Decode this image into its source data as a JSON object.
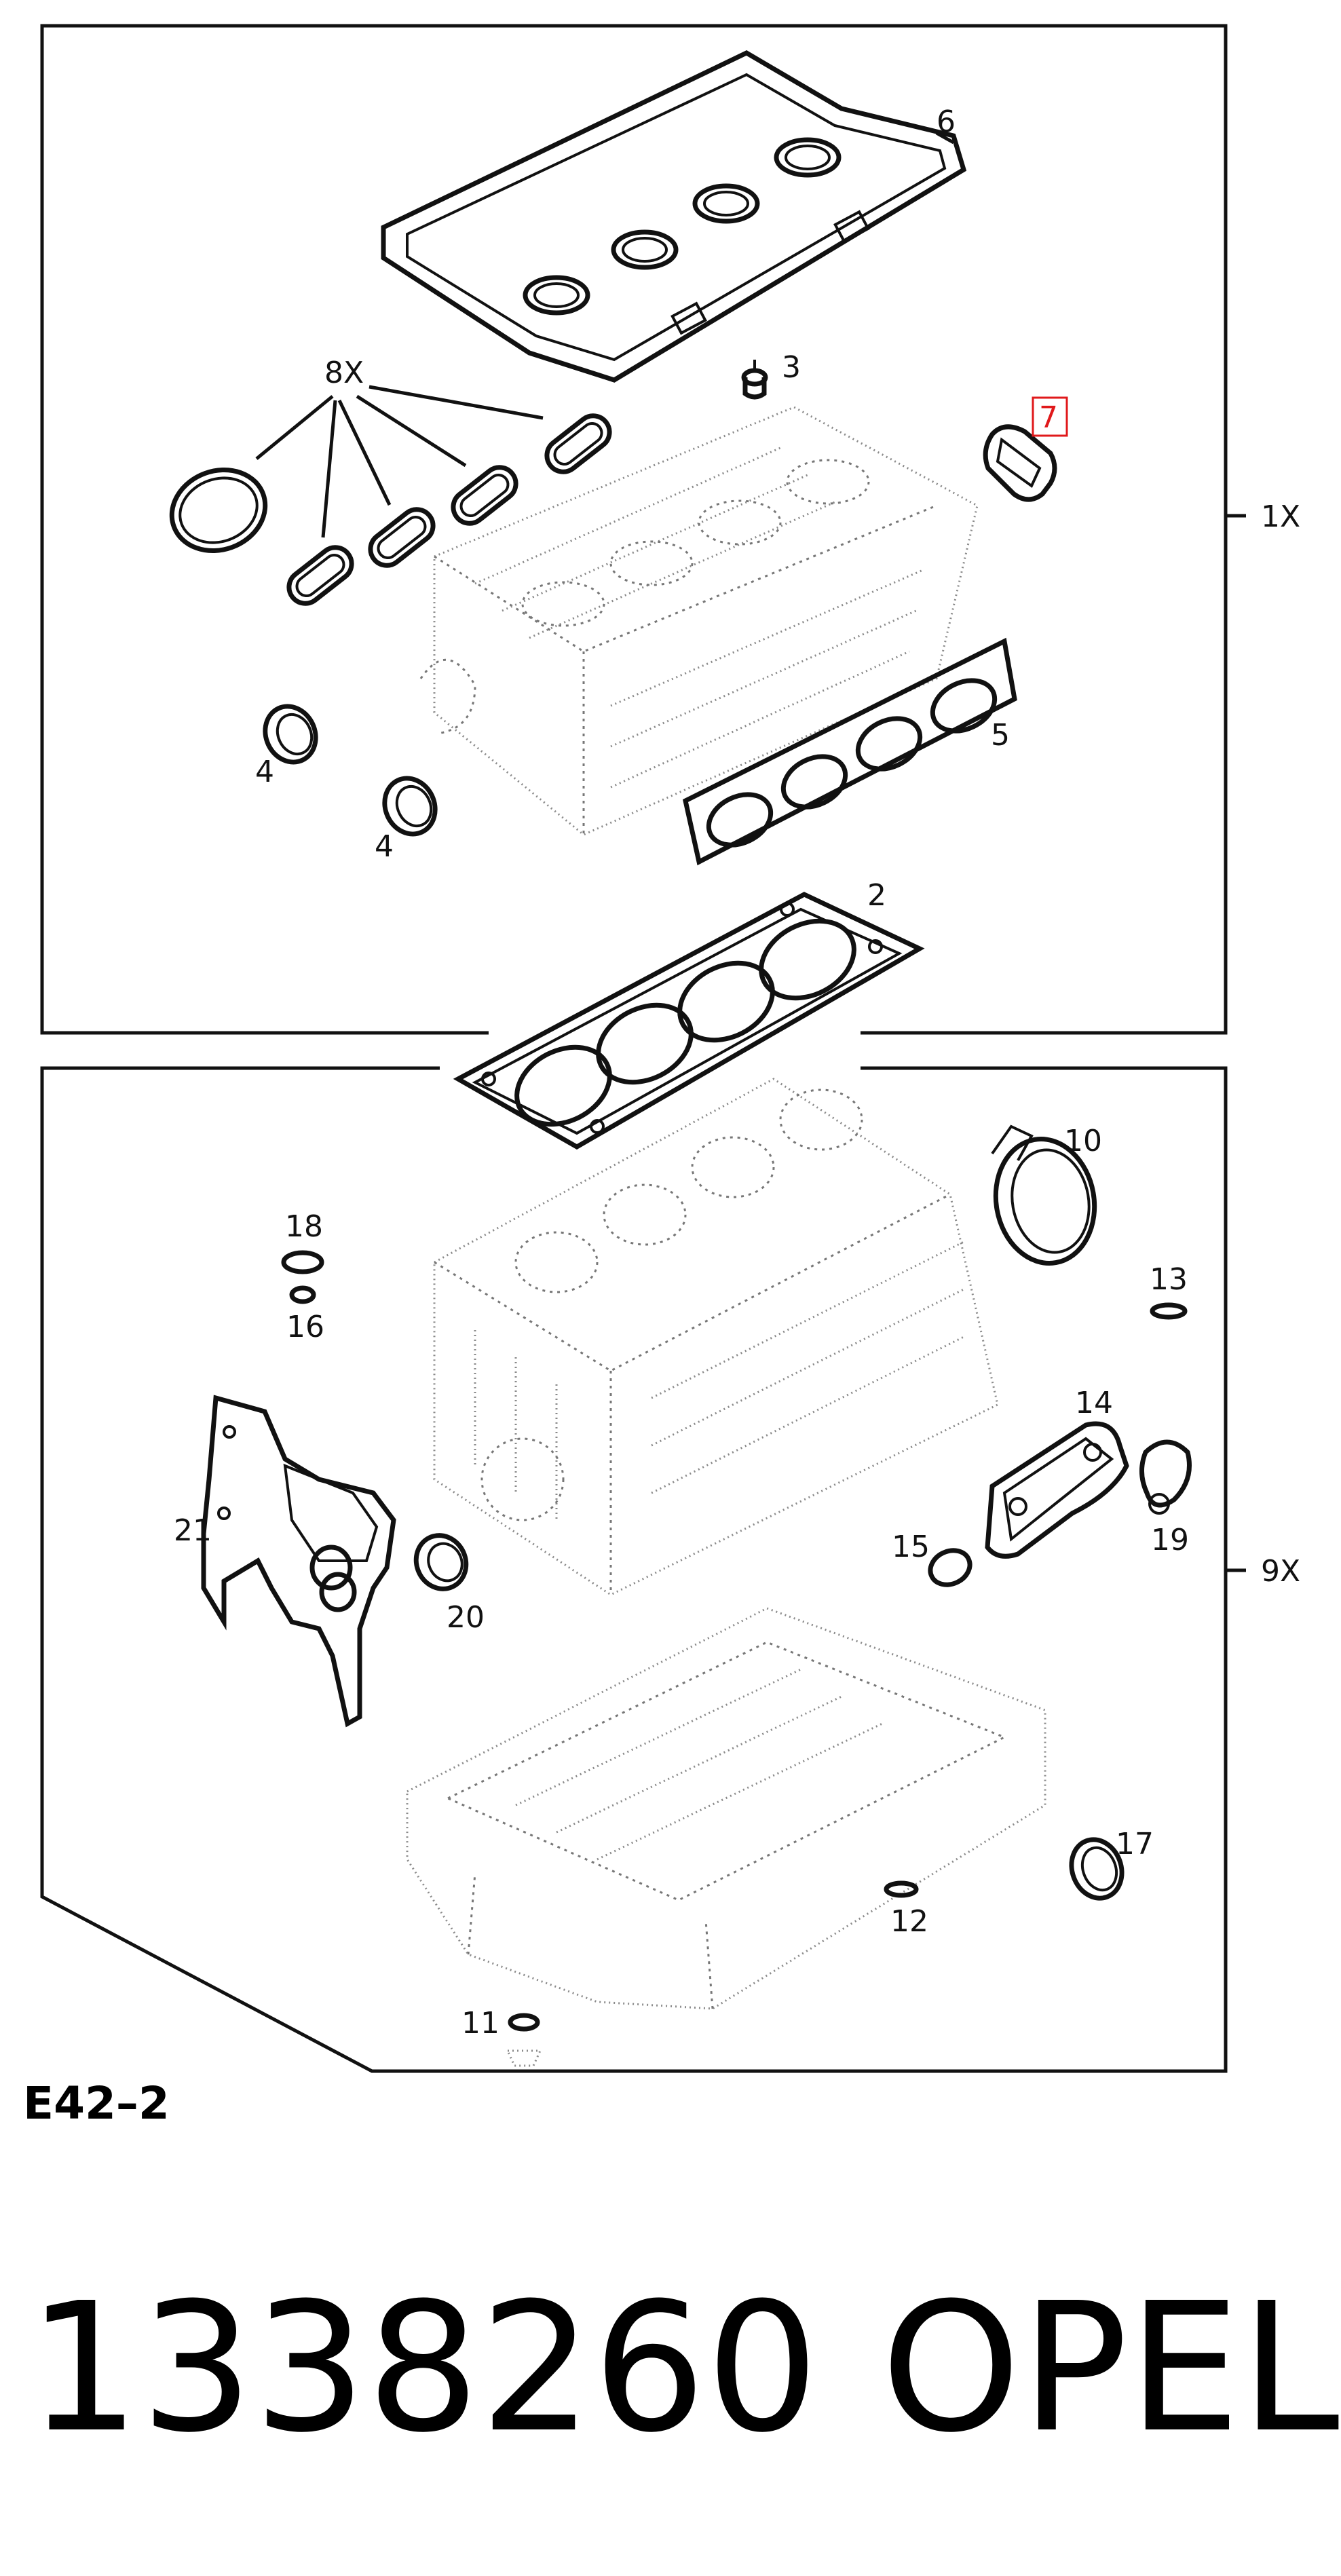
{
  "diagram": {
    "code": "E42–2",
    "part_number": "1338260",
    "brand": "OPEL",
    "colors": {
      "line": "#111111",
      "highlight": "#e0191b",
      "ghost": "#777777"
    },
    "upper_group": {
      "quantity_label": "1X"
    },
    "lower_group": {
      "quantity_label": "9X"
    },
    "callouts": {
      "c2": "2",
      "c3": "3",
      "c4a": "4",
      "c4b": "4",
      "c5": "5",
      "c6": "6",
      "c7": "7",
      "c8x": "8X",
      "c10": "10",
      "c11": "11",
      "c12": "12",
      "c13": "13",
      "c14": "14",
      "c15": "15",
      "c16": "16",
      "c17": "17",
      "c18": "18",
      "c19": "19",
      "c20": "20",
      "c21": "21"
    },
    "highlighted_callout": "7"
  }
}
